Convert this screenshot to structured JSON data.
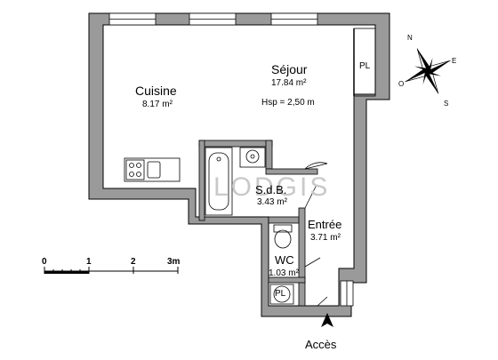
{
  "rooms": {
    "sejour": {
      "name": "Séjour",
      "area": "17.84 m²",
      "height": "Hsp =  2,50 m"
    },
    "cuisine": {
      "name": "Cuisine",
      "area": "8.17 m²"
    },
    "sdb": {
      "name": "S.d.B.",
      "area": "3.43 m²"
    },
    "entree": {
      "name": "Entrée",
      "area": "3.71 m²"
    },
    "wc": {
      "name": "WC",
      "area": "1.03 m²"
    }
  },
  "closets": [
    "PL",
    "PL"
  ],
  "access_label": "Accès",
  "scale": {
    "ticks": [
      "0",
      "1",
      "2",
      "3m"
    ]
  },
  "compass": {
    "labels": [
      "N",
      "E",
      "S",
      "O"
    ]
  },
  "watermark": "LODGIS",
  "colors": {
    "wall": "#9a9a9a",
    "wall_outline": "#000000",
    "watermark": "#c9c9c9"
  }
}
